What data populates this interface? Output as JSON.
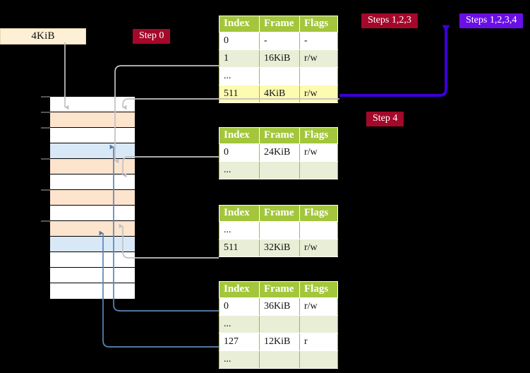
{
  "diagram": {
    "title_region": {
      "size_box_label": "4KiB"
    },
    "badges": [
      {
        "id": "step0",
        "label": "Step 0",
        "color": "#a4082a"
      },
      {
        "id": "steps123",
        "label": "Steps 1,2,3",
        "color": "#a4082a"
      },
      {
        "id": "steps1234",
        "label": "Steps 1,2,3,4",
        "color": "#6b0fe8"
      },
      {
        "id": "step4",
        "label": "Step 4",
        "color": "#a4082a"
      }
    ],
    "table_headers": [
      "Index",
      "Frame",
      "Flags"
    ],
    "tables": [
      {
        "id": "pml4",
        "rows": [
          {
            "index": "0",
            "frame": "-",
            "flags": "-",
            "tint": false,
            "highlight": false
          },
          {
            "index": "1",
            "frame": "16KiB",
            "flags": "r/w",
            "tint": true,
            "highlight": false
          },
          {
            "index": "...",
            "frame": "",
            "flags": "",
            "tint": false,
            "highlight": false
          },
          {
            "index": "511",
            "frame": "4KiB",
            "flags": "r/w",
            "tint": true,
            "highlight": true
          }
        ]
      },
      {
        "id": "pdpt",
        "rows": [
          {
            "index": "0",
            "frame": "24KiB",
            "flags": "r/w",
            "tint": false,
            "highlight": false
          },
          {
            "index": "...",
            "frame": "",
            "flags": "",
            "tint": true,
            "highlight": false
          }
        ]
      },
      {
        "id": "pd",
        "rows": [
          {
            "index": "...",
            "frame": "",
            "flags": "",
            "tint": false,
            "highlight": false
          },
          {
            "index": "511",
            "frame": "32KiB",
            "flags": "r/w",
            "tint": true,
            "highlight": false
          }
        ]
      },
      {
        "id": "pt",
        "rows": [
          {
            "index": "0",
            "frame": "36KiB",
            "flags": "r/w",
            "tint": false,
            "highlight": false
          },
          {
            "index": "...",
            "frame": "",
            "flags": "",
            "tint": true,
            "highlight": false
          },
          {
            "index": "127",
            "frame": "12KiB",
            "flags": "r",
            "tint": false,
            "highlight": false
          },
          {
            "index": "...",
            "frame": "",
            "flags": "",
            "tint": true,
            "highlight": false
          }
        ]
      }
    ],
    "memory_rows": [
      {
        "fill": "white"
      },
      {
        "fill": "orange"
      },
      {
        "fill": "white"
      },
      {
        "fill": "blue"
      },
      {
        "fill": "orange"
      },
      {
        "fill": "white"
      },
      {
        "fill": "orange"
      },
      {
        "fill": "white"
      },
      {
        "fill": "orange"
      },
      {
        "fill": "blue"
      },
      {
        "fill": "white"
      },
      {
        "fill": "white"
      },
      {
        "fill": "white"
      }
    ],
    "colors": {
      "table_header": "#a3c63c",
      "table_tint": "#e9eed6",
      "highlight": "#fdfbb0",
      "memory_orange": "#fde4cd",
      "memory_blue": "#d9e8f7",
      "size_box": "#fdf0d5",
      "badge_red": "#a4082a",
      "badge_purple": "#6b0fe8",
      "wire_gray": "#b3b3b3",
      "wire_blue": "#5b86b5",
      "background": "#000000"
    }
  }
}
